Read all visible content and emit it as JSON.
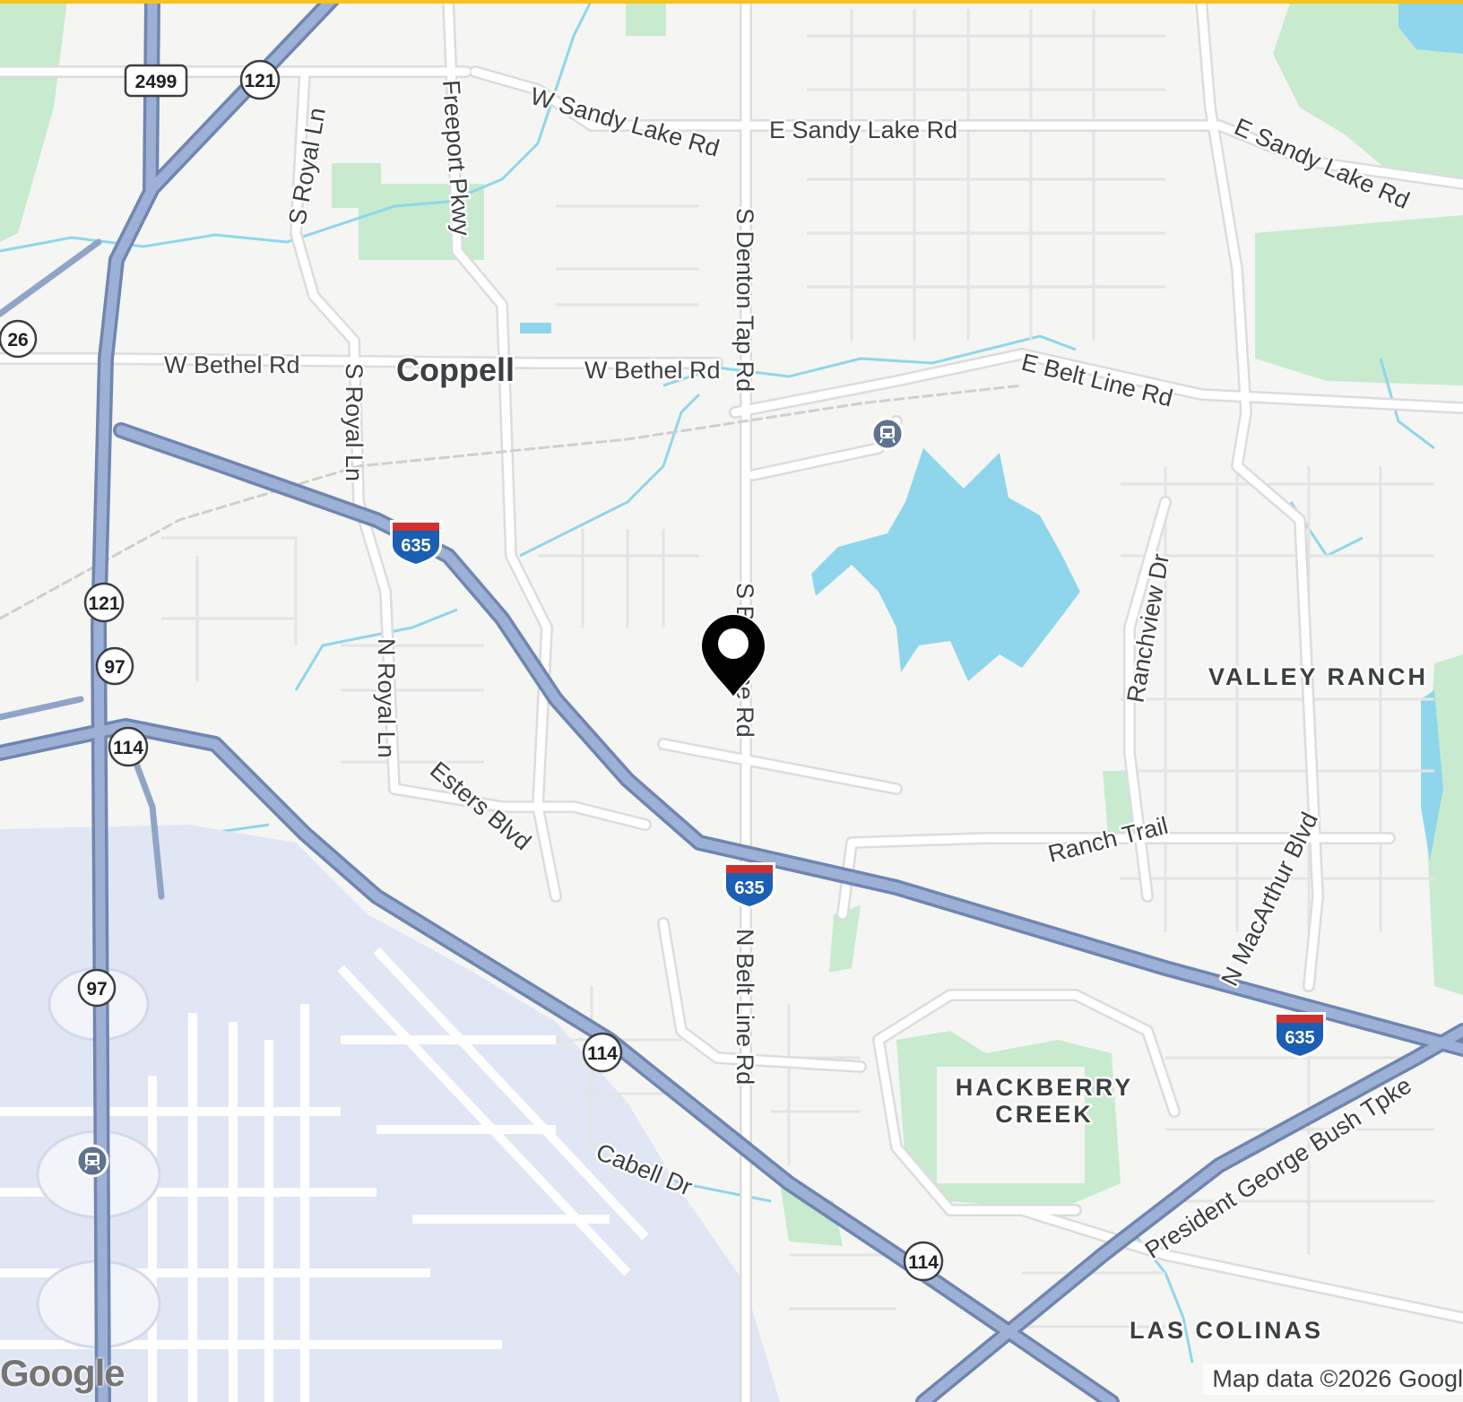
{
  "labels": {
    "city": "Coppell",
    "neighborhoods": [
      "VALLEY RANCH",
      "HACKBERRY CREEK",
      "LAS COLINAS"
    ],
    "roads": {
      "w_sandy_lake": "W Sandy Lake Rd",
      "e_sandy_lake_1": "E Sandy Lake Rd",
      "e_sandy_lake_2": "E Sandy Lake Rd",
      "s_royal_1": "S Royal Ln",
      "s_royal_2": "S Royal Ln",
      "freeport": "Freeport Pkwy",
      "s_denton_tap": "S Denton Tap Rd",
      "w_bethel_1": "W Bethel Rd",
      "w_bethel_2": "W Bethel Rd",
      "e_belt_line": "E Belt Line Rd",
      "s_belt_line": "S Belt Line Rd",
      "n_royal": "N Royal Ln",
      "esters": "Esters Blvd",
      "ranchview": "Ranchview Dr",
      "ranch_trail": "Ranch Trail",
      "n_macarthur": "N MacArthur Blvd",
      "n_belt_line": "N Belt Line Rd",
      "cabell": "Cabell Dr",
      "bush_tpke": "President George Bush Tpke"
    }
  },
  "shields": {
    "s2499": "2499",
    "s121a": "121",
    "s26": "26",
    "s121b": "121",
    "s97a": "97",
    "s114a": "114",
    "s97b": "97",
    "s114b": "114",
    "s114c": "114"
  },
  "interstates": {
    "i635a": "635",
    "i635b": "635",
    "i635c": "635"
  },
  "icons": [
    "transit-station-icon",
    "location-pin-icon",
    "google-logo"
  ],
  "attribution": "Map data ©2026 Googl",
  "logo": "Google",
  "colors": {
    "land": "#f5f5f3",
    "water": "#8fd6ec",
    "park": "#c8ebcf",
    "highway": "#8fa5c8",
    "airport": "#e1e6f5",
    "road": "#ffffff",
    "accent_bar": "#f7c21b"
  }
}
